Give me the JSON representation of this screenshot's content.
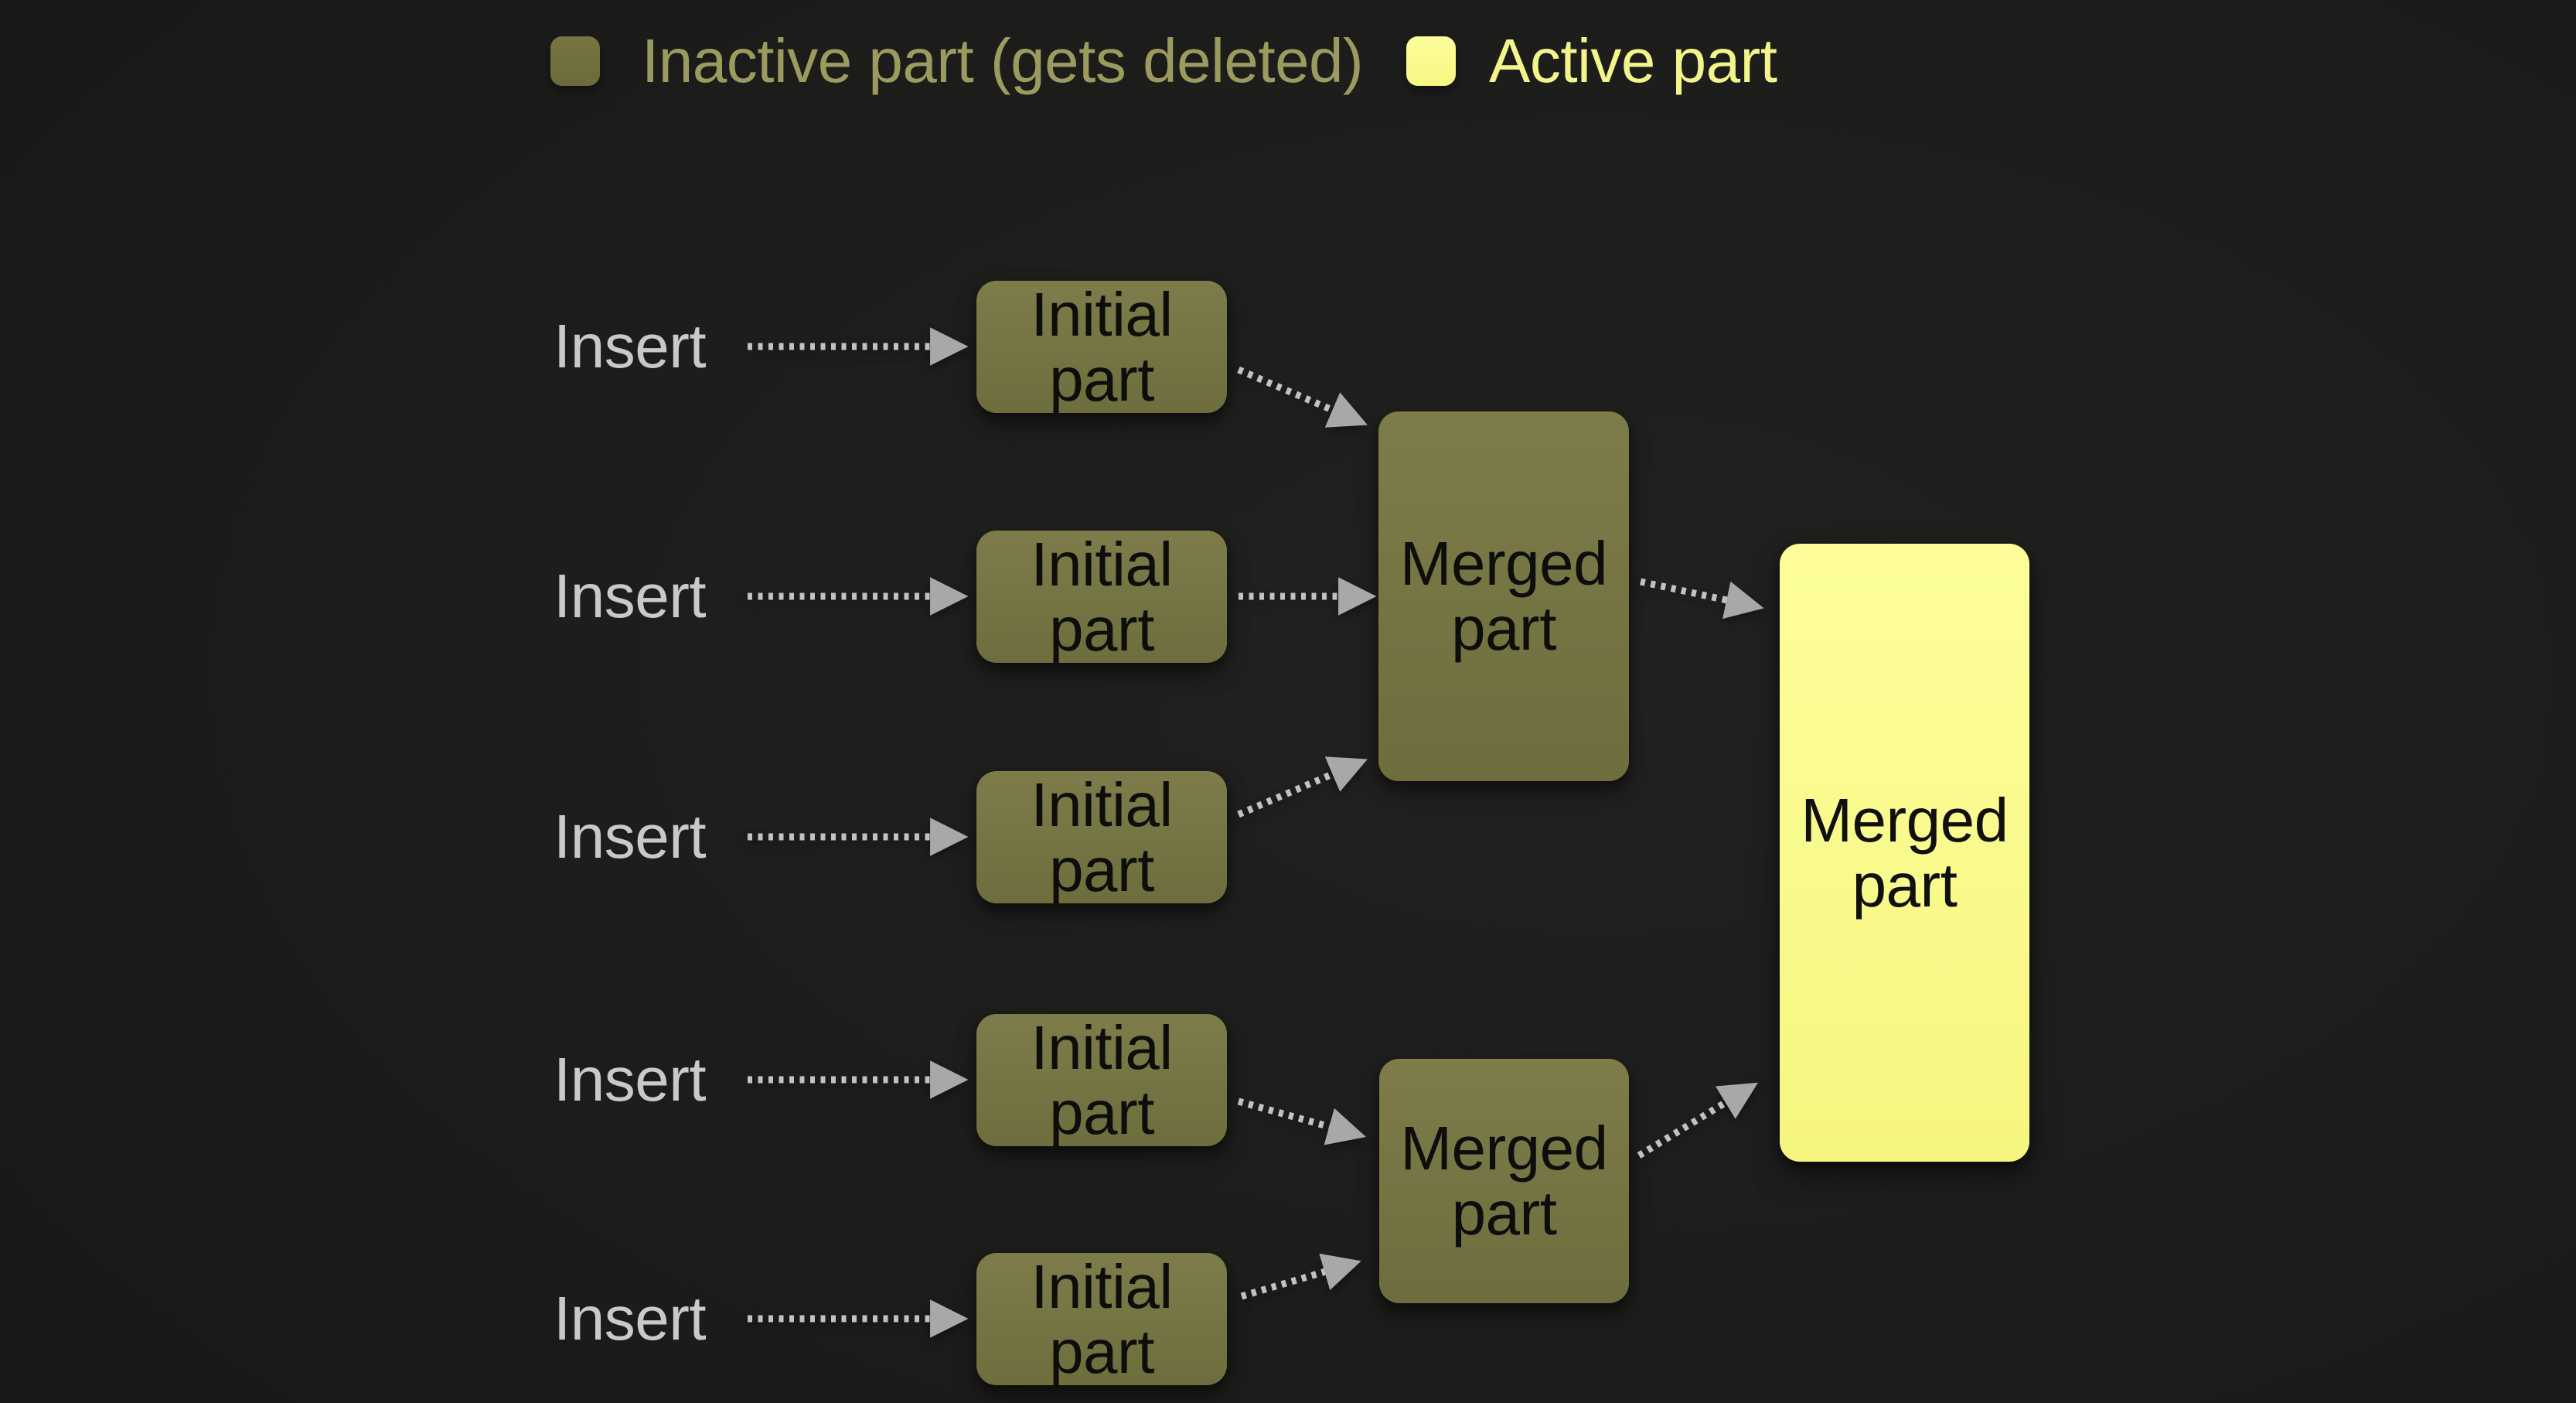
{
  "legend": {
    "inactive": {
      "label": "Inactive part (gets deleted)",
      "swatch_color": "#72713f",
      "text_color": "#9b9b60"
    },
    "active": {
      "label": "Active part",
      "swatch_color": "#fafc8e",
      "text_color": "#f3f48b"
    }
  },
  "nodes": {
    "inserts": [
      {
        "label": "Insert"
      },
      {
        "label": "Insert"
      },
      {
        "label": "Insert"
      },
      {
        "label": "Insert"
      },
      {
        "label": "Insert"
      }
    ],
    "initial_parts": [
      {
        "lines": [
          "Initial",
          "part"
        ],
        "state": "inactive"
      },
      {
        "lines": [
          "Initial",
          "part"
        ],
        "state": "inactive"
      },
      {
        "lines": [
          "Initial",
          "part"
        ],
        "state": "inactive"
      },
      {
        "lines": [
          "Initial",
          "part"
        ],
        "state": "inactive"
      },
      {
        "lines": [
          "Initial",
          "part"
        ],
        "state": "inactive"
      }
    ],
    "merged_parts": [
      {
        "lines": [
          "Merged",
          "part"
        ],
        "state": "inactive"
      },
      {
        "lines": [
          "Merged",
          "part"
        ],
        "state": "inactive"
      }
    ],
    "final_part": {
      "lines": [
        "Merged",
        "part"
      ],
      "state": "active"
    }
  },
  "colors": {
    "background": "#1d1d1b",
    "inactive_fill": "#72713f",
    "active_fill": "#fafc8e",
    "box_text": "#0d0d0c",
    "insert_text": "#c9c9c9",
    "arrow": "#c2c2c2",
    "arrow_head": "#a8a8a8"
  }
}
